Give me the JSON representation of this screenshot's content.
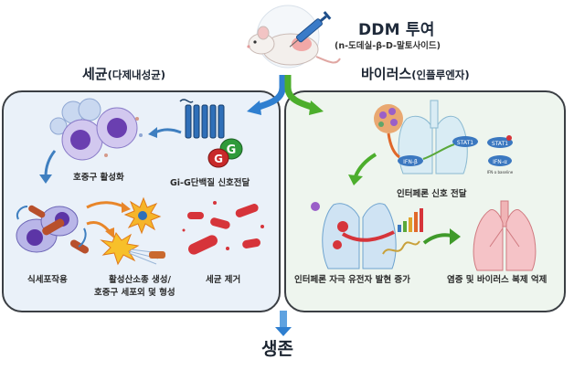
{
  "header": {
    "title": "DDM 투여",
    "subtitle": "(n-도데실-β-D-말토사이드)"
  },
  "bacteria": {
    "title": "세균",
    "title_sub": "(다제내성균)",
    "steps": [
      {
        "label": "Gi-G단백질 신호전달",
        "icon": "gpcr-g-protein-icon"
      },
      {
        "label": "호중구 활성화",
        "icon": "neutrophil-icon"
      },
      {
        "label": "식세포작용",
        "icon": "phagocytosis-icon"
      },
      {
        "label_line1": "활성산소종 생성/",
        "label_line2": "호중구 세포외 덫 형성",
        "icon": "ros-net-icon"
      },
      {
        "label": "세균 제거",
        "icon": "dead-bacteria-icon"
      }
    ],
    "g_protein_letter": "G"
  },
  "virus": {
    "title": "바이러스",
    "title_sub": "(인플루엔자)",
    "steps": [
      {
        "label": "인터페론 신호 전달",
        "icon": "interferon-signaling-icon"
      },
      {
        "label": "인터페론 자극 유전자 발현 증가",
        "icon": "isg-expression-icon"
      },
      {
        "label": "염증 및 바이러스 복제 억제",
        "icon": "healthy-lung-icon"
      }
    ],
    "markers": [
      "IFN-β",
      "STAT1",
      "STAT1",
      "IFN-α"
    ],
    "marker_note": "IFN α baseline"
  },
  "outcome": {
    "label": "생존"
  },
  "colors": {
    "bacteria_panel": "#eaf1f9",
    "virus_panel": "#eef5ee",
    "blue_arrow": "#2f7fd0",
    "green_arrow": "#4cae2c",
    "orange_arrow": "#e8862a"
  }
}
